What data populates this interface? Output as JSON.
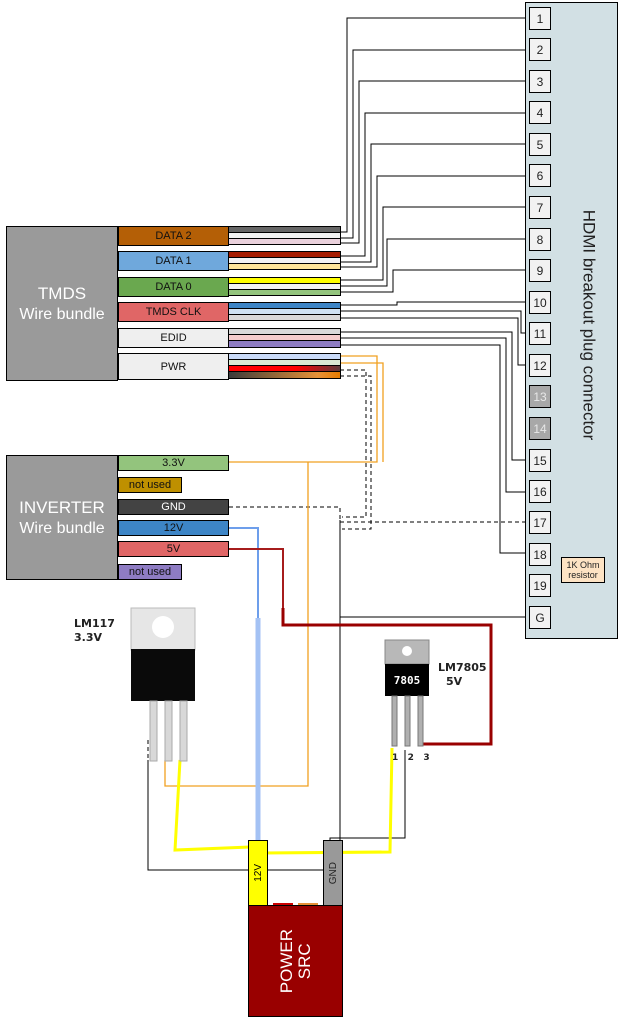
{
  "tmds_bundle": {
    "title": "TMDS",
    "subtitle": "Wire bundle",
    "groups": [
      {
        "label": "DATA 2",
        "color": "#b45f06"
      },
      {
        "label": "DATA 1",
        "color": "#6fa8dc"
      },
      {
        "label": "DATA 0",
        "color": "#6aa84f"
      },
      {
        "label": "TMDS CLK",
        "color": "#e06666"
      },
      {
        "label": "EDID",
        "color": "#efefef"
      },
      {
        "label": "PWR",
        "color": "#efefef"
      }
    ]
  },
  "inverter_bundle": {
    "title": "INVERTER",
    "subtitle": "Wire bundle",
    "wires": [
      {
        "label": "3.3V",
        "color": "#93c47d"
      },
      {
        "label": "not used",
        "color": "#bf9000"
      },
      {
        "label": "GND",
        "color": "#434343"
      },
      {
        "label": "12V",
        "color": "#3d85c6"
      },
      {
        "label": "5V",
        "color": "#e06666"
      },
      {
        "label": "not used",
        "color": "#8e7cc3"
      }
    ]
  },
  "connector": {
    "title": "HDMI breakout plug connector",
    "pins": [
      "1",
      "2",
      "3",
      "4",
      "5",
      "6",
      "7",
      "8",
      "9",
      "10",
      "11",
      "12",
      "13",
      "14",
      "15",
      "16",
      "17",
      "18",
      "19",
      "G"
    ],
    "disabled_pins": [
      "13",
      "14"
    ],
    "resistor_label_line1": "1K Ohm",
    "resistor_label_line2": "resistor"
  },
  "regulators": {
    "lm117": {
      "name": "LM117",
      "voltage": "3.3V"
    },
    "lm7805": {
      "name": "LM7805",
      "voltage": "5V",
      "marking": "7805",
      "pin_numbers": [
        "1",
        "2",
        "3"
      ]
    }
  },
  "power_source": {
    "line1": "POWER",
    "line2": "SRC",
    "terminal_12v": "12V",
    "terminal_gnd": "GND"
  },
  "colors": {
    "yellow_wire": "#ffff00",
    "orange_wire": "#f0a020",
    "light_blue_wire": "#a4c2f4",
    "dark_red_wire": "#990000",
    "power_src": "#990000"
  }
}
